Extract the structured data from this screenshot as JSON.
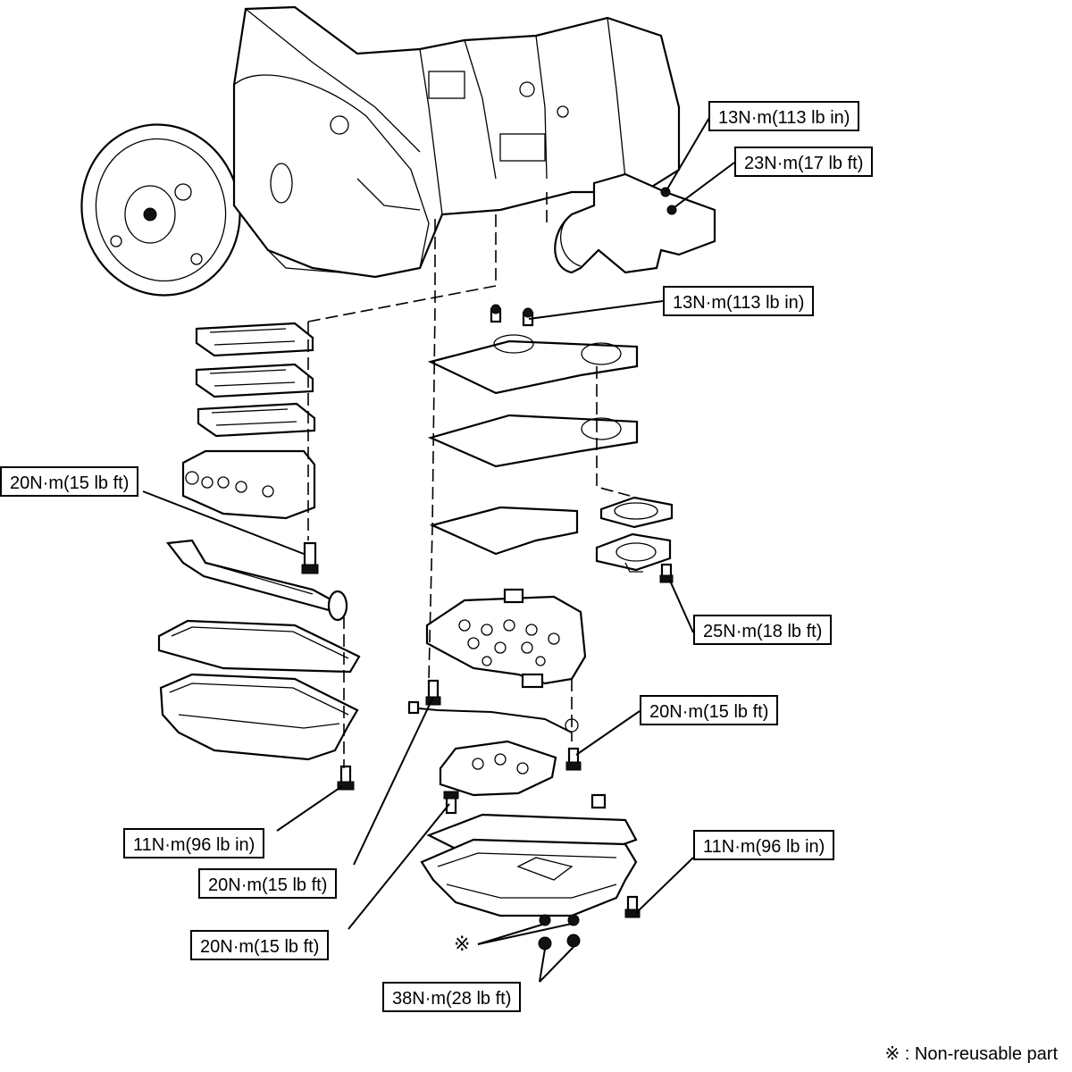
{
  "torque_labels": {
    "t1": "13N·m(113 lb in)",
    "t2": "23N·m(17 lb ft)",
    "t3": "13N·m(113 lb in)",
    "t4": "20N·m(15 lb ft)",
    "t5": "25N·m(18 lb ft)",
    "t6": "20N·m(15 lb ft)",
    "t7": "11N·m(96 lb in)",
    "t8": "20N·m(15 lb ft)",
    "t9": "11N·m(96 lb in)",
    "t10": "20N·m(15 lb ft)",
    "t11": "38N·m(28 lb ft)"
  },
  "non_reusable_mark": "※",
  "legend": {
    "symbol": "※",
    "text": ": Non-reusable part"
  }
}
